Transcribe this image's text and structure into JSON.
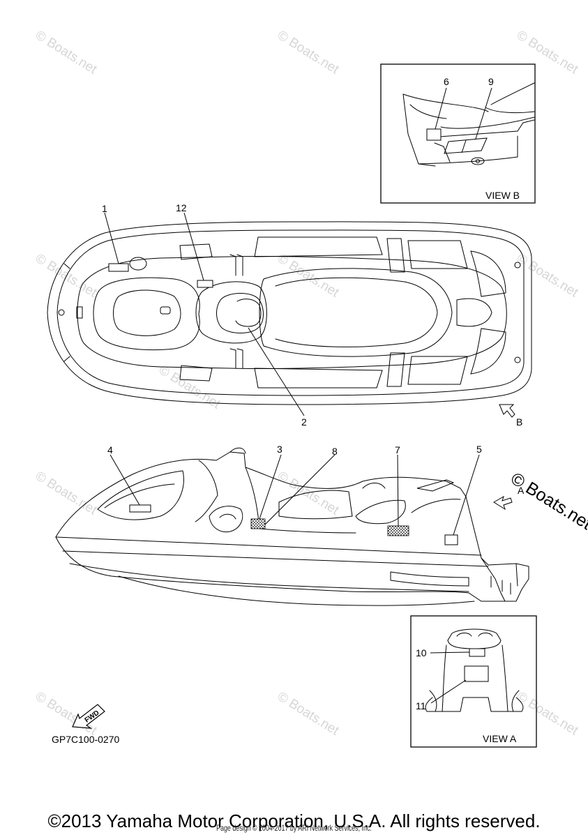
{
  "watermarks": [
    "© Boats.net",
    "© Boats.net",
    "© Boats.net",
    "© Boats.net",
    "© Boats.net",
    "© Boats.net",
    "© Boats.net",
    "© Boats.net",
    "© Boats.net",
    "© Boats.net",
    "© Boats.net",
    "© Boats.net"
  ],
  "watermark_large": "© Boats.net",
  "callouts": {
    "c1": "1",
    "c2": "2",
    "c3": "3",
    "c4": "4",
    "c5": "5",
    "c6": "6",
    "c7": "7",
    "c8": "8",
    "c9": "9",
    "c10": "10",
    "c11": "11",
    "c12": "12"
  },
  "view_b": {
    "title": "VIEW B"
  },
  "view_a": {
    "title": "VIEW A"
  },
  "arrows": {
    "a": "A",
    "b": "B"
  },
  "fwd_label": "FWD",
  "diagram_code": "GP7C100-0270",
  "footer": {
    "copyright": "©2013 Yamaha Motor Corporation, U.S.A. All rights reserved.",
    "page_design": "Page design © 2004-2017 by ARI Network Services, Inc."
  }
}
